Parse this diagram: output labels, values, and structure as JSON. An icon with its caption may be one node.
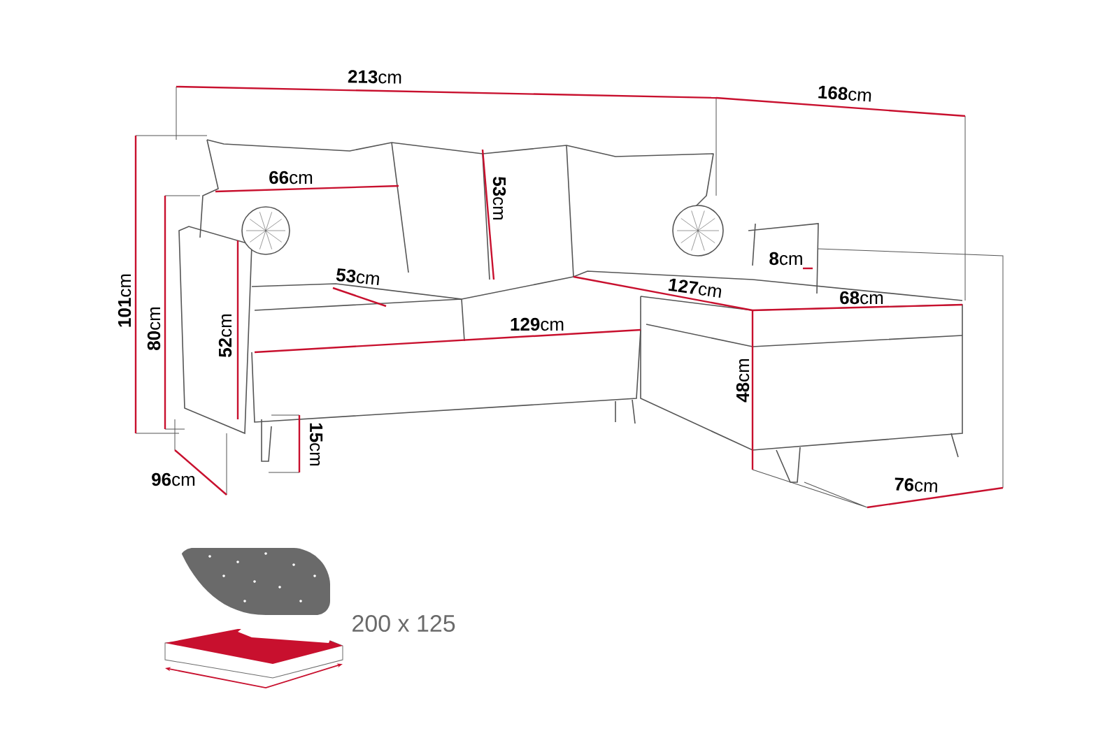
{
  "diagram": {
    "labels": [
      "**213**cm",
      "**168**cm",
      "**101**cm",
      "**80**cm",
      "**66**cm",
      "**53**cm",
      "**53**cm",
      "**8**cm",
      "**127**cm",
      "**68**cm",
      "**129**cm",
      "**52**cm",
      "**48**cm",
      "**15**cm",
      "**96**cm",
      "**76**cm",
      "200 x 125"
    ]
  }
}
